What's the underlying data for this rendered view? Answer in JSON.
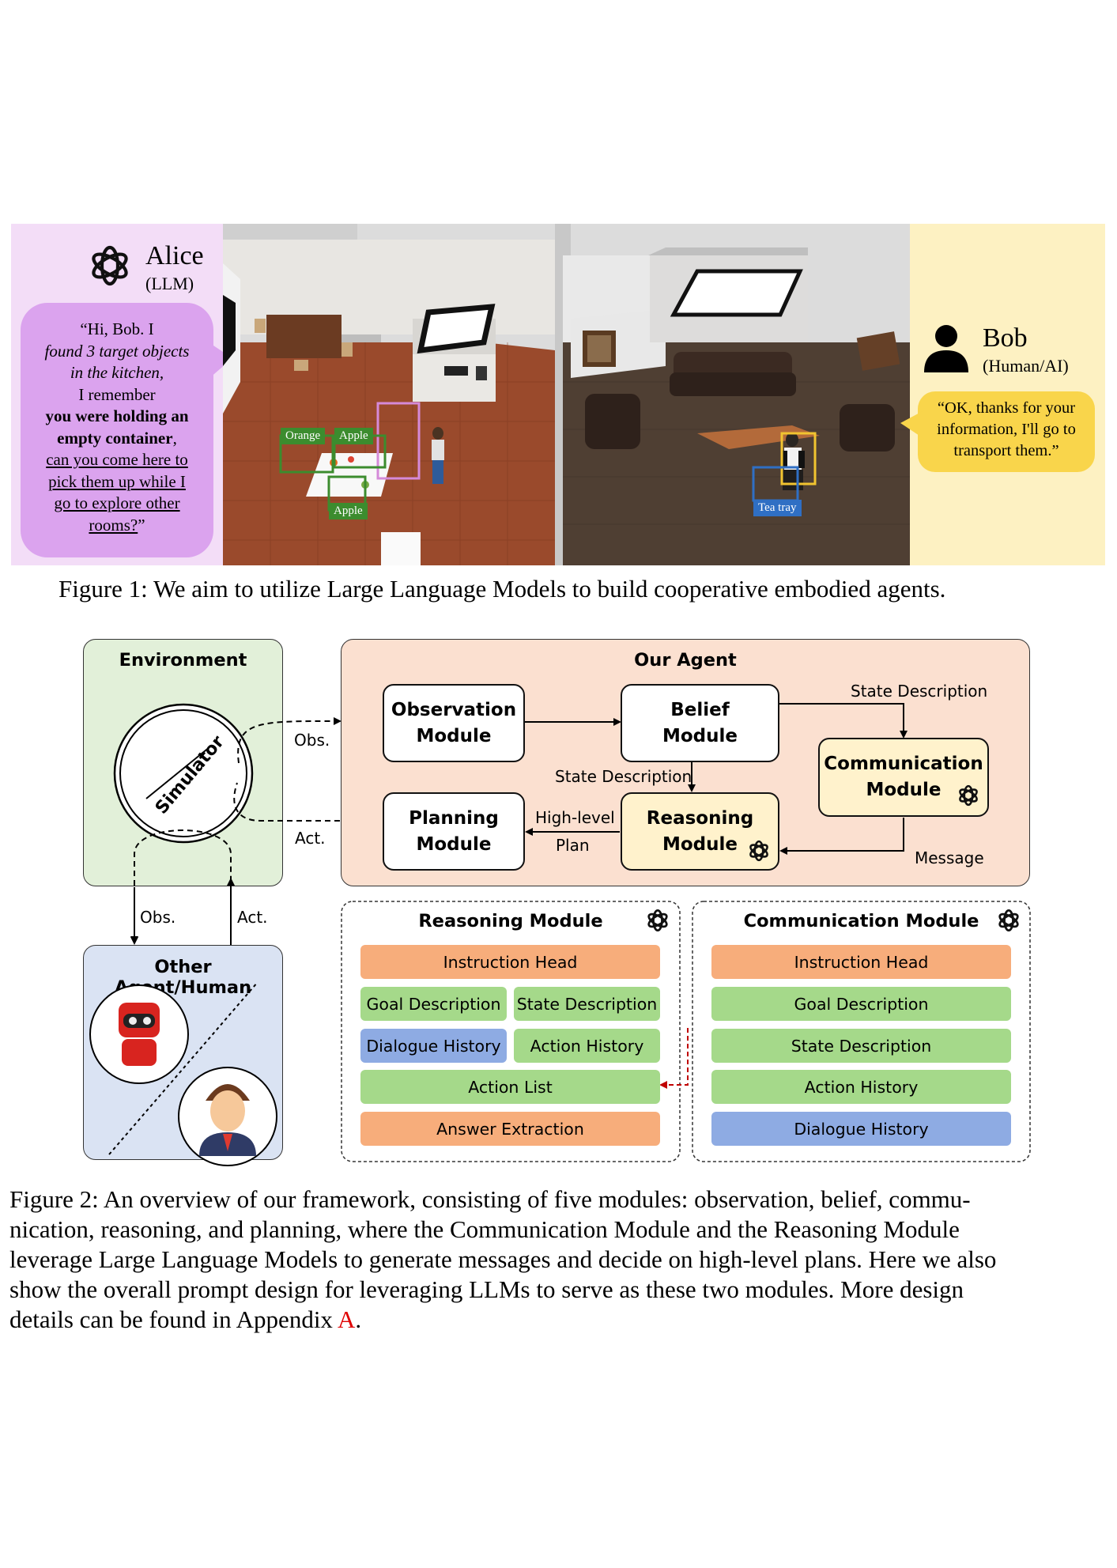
{
  "figure1": {
    "alice": {
      "name": "Alice",
      "role": "(LLM)",
      "message_lines": [
        {
          "text": "“Hi, Bob. I",
          "style": "normal"
        },
        {
          "text": "found 3 target objects",
          "style": "italic"
        },
        {
          "text": "in the kitchen,",
          "style": "italic"
        },
        {
          "text": "I remember",
          "style": "normal"
        },
        {
          "text": "you were holding an",
          "style": "bold"
        },
        {
          "text": "empty container,",
          "style": "bold-comma"
        },
        {
          "text": "can you come here to",
          "style": "underline"
        },
        {
          "text": "pick them up while I",
          "style": "underline"
        },
        {
          "text": "go to explore other",
          "style": "underline"
        },
        {
          "text": "rooms?”",
          "style": "underline-quote"
        }
      ]
    },
    "bob": {
      "name": "Bob",
      "role": "(Human/AI)",
      "message_lines": [
        "“OK, thanks for your",
        "information, I'll go to",
        "transport them.”"
      ]
    },
    "detections": [
      {
        "label": "Orange",
        "color": "#3c8c2e"
      },
      {
        "label": "Apple",
        "color": "#3c8c2e"
      },
      {
        "label": "Apple",
        "color": "#3c8c2e"
      },
      {
        "label": "Tea tray",
        "color": "#2f6fc4"
      }
    ],
    "caption": "Figure 1: We aim to utilize Large Language Models to build cooperative embodied agents."
  },
  "figure2": {
    "environment": {
      "title": "Environment",
      "simulator": "Simulator"
    },
    "our_agent": {
      "title": "Our Agent",
      "observation": [
        "Observation",
        "Module"
      ],
      "belief": [
        "Belief",
        "Module"
      ],
      "communication": [
        "Communication",
        "Module"
      ],
      "planning": [
        "Planning",
        "Module"
      ],
      "reasoning": [
        "Reasoning",
        "Module"
      ]
    },
    "labels": {
      "obs": "Obs.",
      "act": "Act.",
      "state_description": "State Description",
      "high_level": "High-level",
      "plan": "Plan",
      "message": "Message"
    },
    "other_agent": {
      "title": "Other Agent/Human"
    },
    "reasoning_prompt": {
      "title": "Reasoning Module",
      "rows": [
        [
          {
            "label": "Instruction Head",
            "color": "orange"
          }
        ],
        [
          {
            "label": "Goal Description",
            "color": "green"
          },
          {
            "label": "State Description",
            "color": "green"
          }
        ],
        [
          {
            "label": "Dialogue History",
            "color": "blue"
          },
          {
            "label": "Action History",
            "color": "green"
          }
        ],
        [
          {
            "label": "Action List",
            "color": "green"
          }
        ],
        [
          {
            "label": "Answer Extraction",
            "color": "orange"
          }
        ]
      ]
    },
    "communication_prompt": {
      "title": "Communication Module",
      "rows": [
        {
          "label": "Instruction Head",
          "color": "orange"
        },
        {
          "label": "Goal Description",
          "color": "green"
        },
        {
          "label": "State Description",
          "color": "green"
        },
        {
          "label": "Action History",
          "color": "green"
        },
        {
          "label": "Dialogue History",
          "color": "blue"
        }
      ]
    },
    "caption_lines": [
      "Figure 2: An overview of our framework, consisting of five modules: observation, belief, commu-",
      "nication, reasoning, and planning, where the Communication Module and the Reasoning Module",
      "leverage Large Language Models to generate messages and decide on high-level plans. Here we also",
      "show the overall prompt design for leveraging LLMs to serve as these two modules. More design"
    ],
    "caption_last": "details can be found in Appendix ",
    "caption_link": "A",
    "caption_end": "."
  }
}
